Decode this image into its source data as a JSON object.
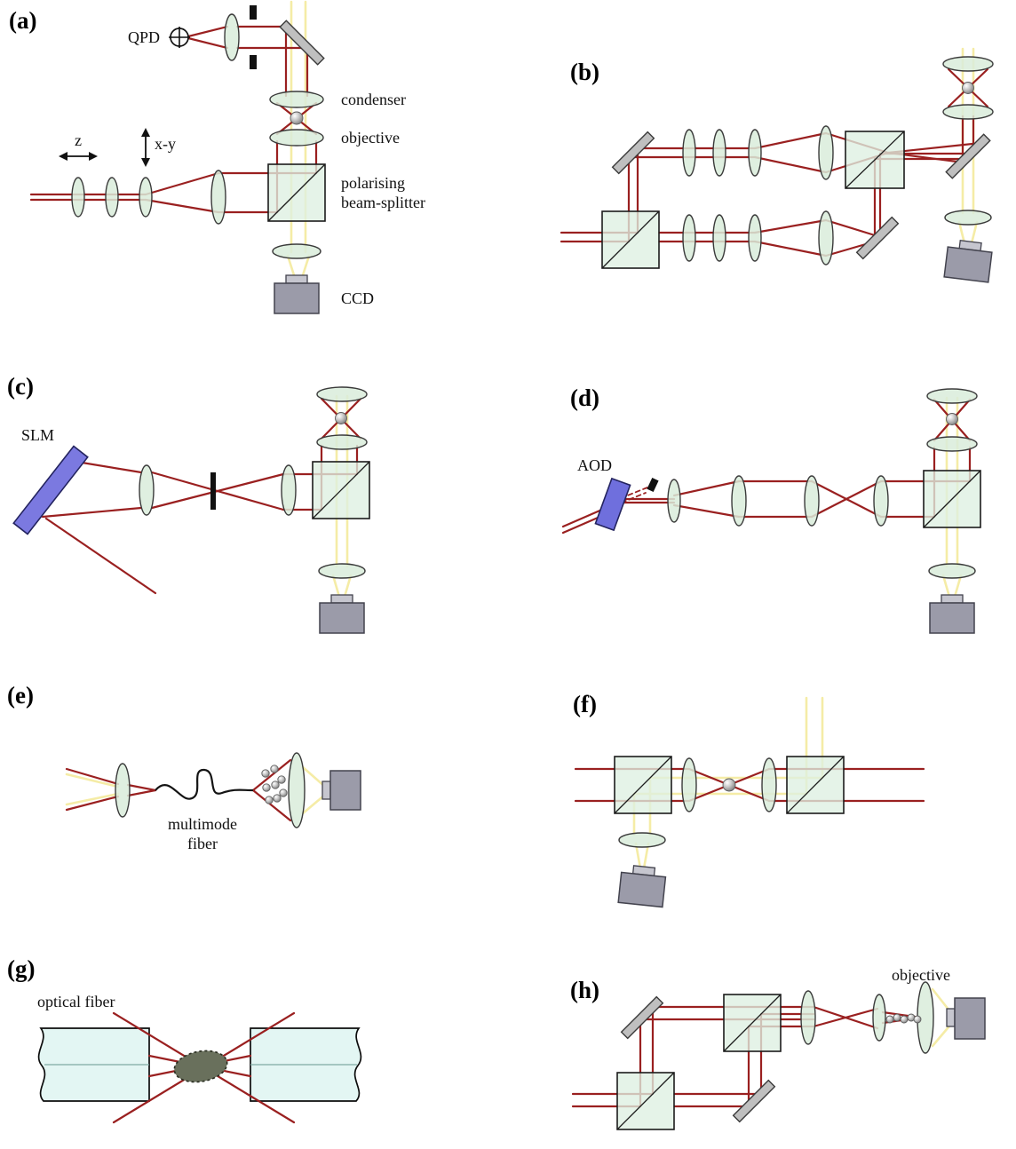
{
  "panels": {
    "a": {
      "label": "(a)",
      "qpd": "QPD",
      "z_axis": "z",
      "xy_axis": "x-y",
      "condenser": "condenser",
      "objective": "objective",
      "pbs_line1": "polarising",
      "pbs_line2": "beam-splitter",
      "ccd": "CCD"
    },
    "b": {
      "label": "(b)"
    },
    "c": {
      "label": "(c)",
      "slm": "SLM"
    },
    "d": {
      "label": "(d)",
      "aod": "AOD"
    },
    "e": {
      "label": "(e)",
      "fiber_line1": "multimode",
      "fiber_line2": "fiber"
    },
    "f": {
      "label": "(f)"
    },
    "g": {
      "label": "(g)",
      "fiber": "optical fiber"
    },
    "h": {
      "label": "(h)",
      "objective": "objective"
    }
  },
  "colors": {
    "beam_red": "#9a2020",
    "beam_yellow": "#f5eca6",
    "lens_fill": "#d9ecda",
    "cube_fill": "#def0e1",
    "mirror_fill": "#bfbfbf",
    "ccd_fill": "#9b9ba9",
    "slm_fill": "#7b79e0",
    "aod_fill": "#6f6fdd",
    "fiber_fill": "#e3f6f3",
    "cell_fill": "#69705c"
  }
}
